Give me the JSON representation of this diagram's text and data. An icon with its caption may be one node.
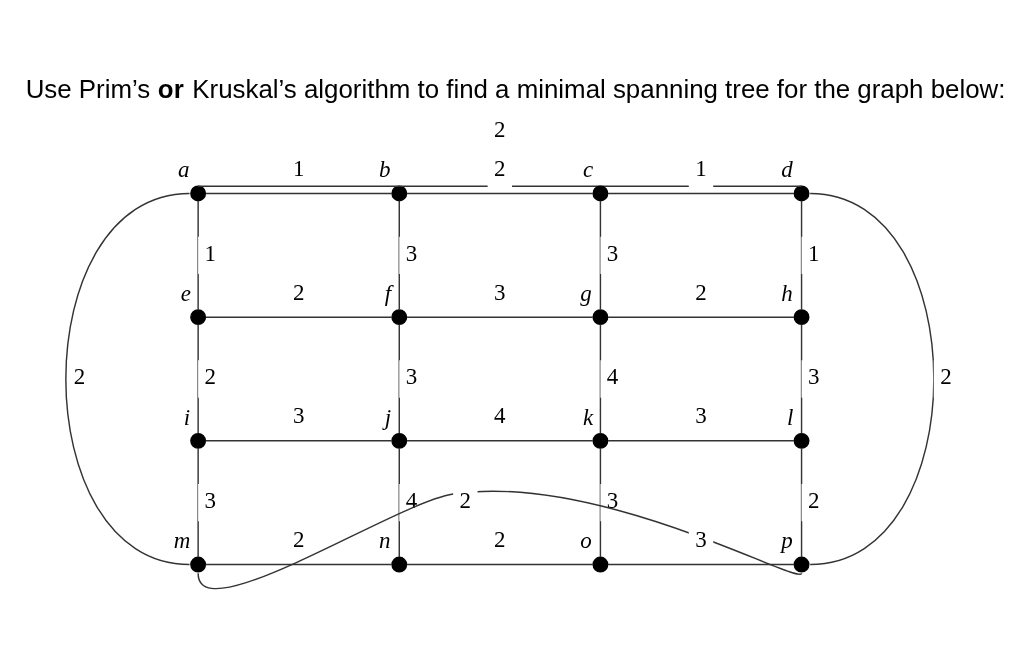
{
  "diagram": {
    "title": "Use Prim’s **or** Kruskal’s algorithm to find a minimal spanning tree for the graph below:",
    "nodes": [
      {
        "text": [],
        "shape": "circle",
        "beside": [
          "a"
        ]
      },
      {
        "text": [],
        "shape": "circle",
        "beside": [
          "b"
        ]
      },
      {
        "text": [],
        "shape": "circle",
        "beside": [
          "c"
        ]
      },
      {
        "text": [],
        "shape": "circle",
        "beside": [
          "d"
        ]
      },
      {
        "text": [],
        "shape": "circle",
        "beside": [
          "e"
        ]
      },
      {
        "text": [],
        "shape": "circle",
        "beside": [
          "f"
        ]
      },
      {
        "text": [],
        "shape": "circle",
        "beside": [
          "g"
        ]
      },
      {
        "text": [],
        "shape": "circle",
        "beside": [
          "h"
        ]
      },
      {
        "text": [],
        "shape": "circle",
        "beside": [
          "i"
        ]
      },
      {
        "text": [],
        "shape": "circle",
        "beside": [
          "j"
        ]
      },
      {
        "text": [],
        "shape": "circle",
        "beside": [
          "k"
        ]
      },
      {
        "text": [],
        "shape": "circle",
        "beside": [
          "l"
        ]
      },
      {
        "text": [],
        "shape": "circle",
        "beside": [
          "m"
        ]
      },
      {
        "text": [],
        "shape": "circle",
        "beside": [
          "n"
        ]
      },
      {
        "text": [],
        "shape": "circle",
        "beside": [
          "o"
        ]
      },
      {
        "text": [],
        "shape": "circle",
        "beside": [
          "p"
        ]
      }
    ],
    "edges": [
      {
        "from": 0,
        "to": 3,
        "arrow": "none",
        "label": "2"
      },
      {
        "from": 0,
        "to": 1,
        "arrow": "none",
        "label": "1"
      },
      {
        "from": 1,
        "to": 2,
        "arrow": "none",
        "label": "2"
      },
      {
        "from": 2,
        "to": 3,
        "arrow": "none",
        "label": "1"
      },
      {
        "from": 0,
        "to": 4,
        "arrow": "none",
        "label": "1"
      },
      {
        "from": 1,
        "to": 5,
        "arrow": "none",
        "label": "3"
      },
      {
        "from": 2,
        "to": 6,
        "arrow": "none",
        "label": "3"
      },
      {
        "from": 3,
        "to": 7,
        "arrow": "none",
        "label": "1"
      },
      {
        "from": 4,
        "to": 5,
        "arrow": "none",
        "label": "2"
      },
      {
        "from": 5,
        "to": 6,
        "arrow": "none",
        "label": "3"
      },
      {
        "from": 6,
        "to": 7,
        "arrow": "none",
        "label": "2"
      },
      {
        "from": 0,
        "to": 12,
        "arrow": "none",
        "label": "2"
      },
      {
        "from": 4,
        "to": 8,
        "arrow": "none",
        "label": "2"
      },
      {
        "from": 5,
        "to": 9,
        "arrow": "none",
        "label": "3"
      },
      {
        "from": 6,
        "to": 10,
        "arrow": "none",
        "label": "4"
      },
      {
        "from": 7,
        "to": 11,
        "arrow": "none",
        "label": "3"
      },
      {
        "from": 3,
        "to": 15,
        "arrow": "none",
        "label": "2"
      },
      {
        "from": 8,
        "to": 9,
        "arrow": "none",
        "label": "3"
      },
      {
        "from": 9,
        "to": 10,
        "arrow": "none",
        "label": "4"
      },
      {
        "from": 10,
        "to": 11,
        "arrow": "none",
        "label": "3"
      },
      {
        "from": 8,
        "to": 12,
        "arrow": "none",
        "label": "3"
      },
      {
        "from": 9,
        "to": 13,
        "arrow": "none",
        "label": "4"
      },
      {
        "from": 10,
        "to": 14,
        "arrow": "none",
        "label": "3"
      },
      {
        "from": 11,
        "to": 15,
        "arrow": "none",
        "label": "2"
      },
      {
        "from": 12,
        "to": 13,
        "arrow": "none",
        "label": "2"
      },
      {
        "from": 13,
        "to": 14,
        "arrow": "none",
        "label": "2"
      },
      {
        "from": 14,
        "to": 15,
        "arrow": "none",
        "label": "3"
      },
      {
        "from": 12,
        "to": 15,
        "arrow": "none",
        "label": "2"
      }
    ]
  }
}
